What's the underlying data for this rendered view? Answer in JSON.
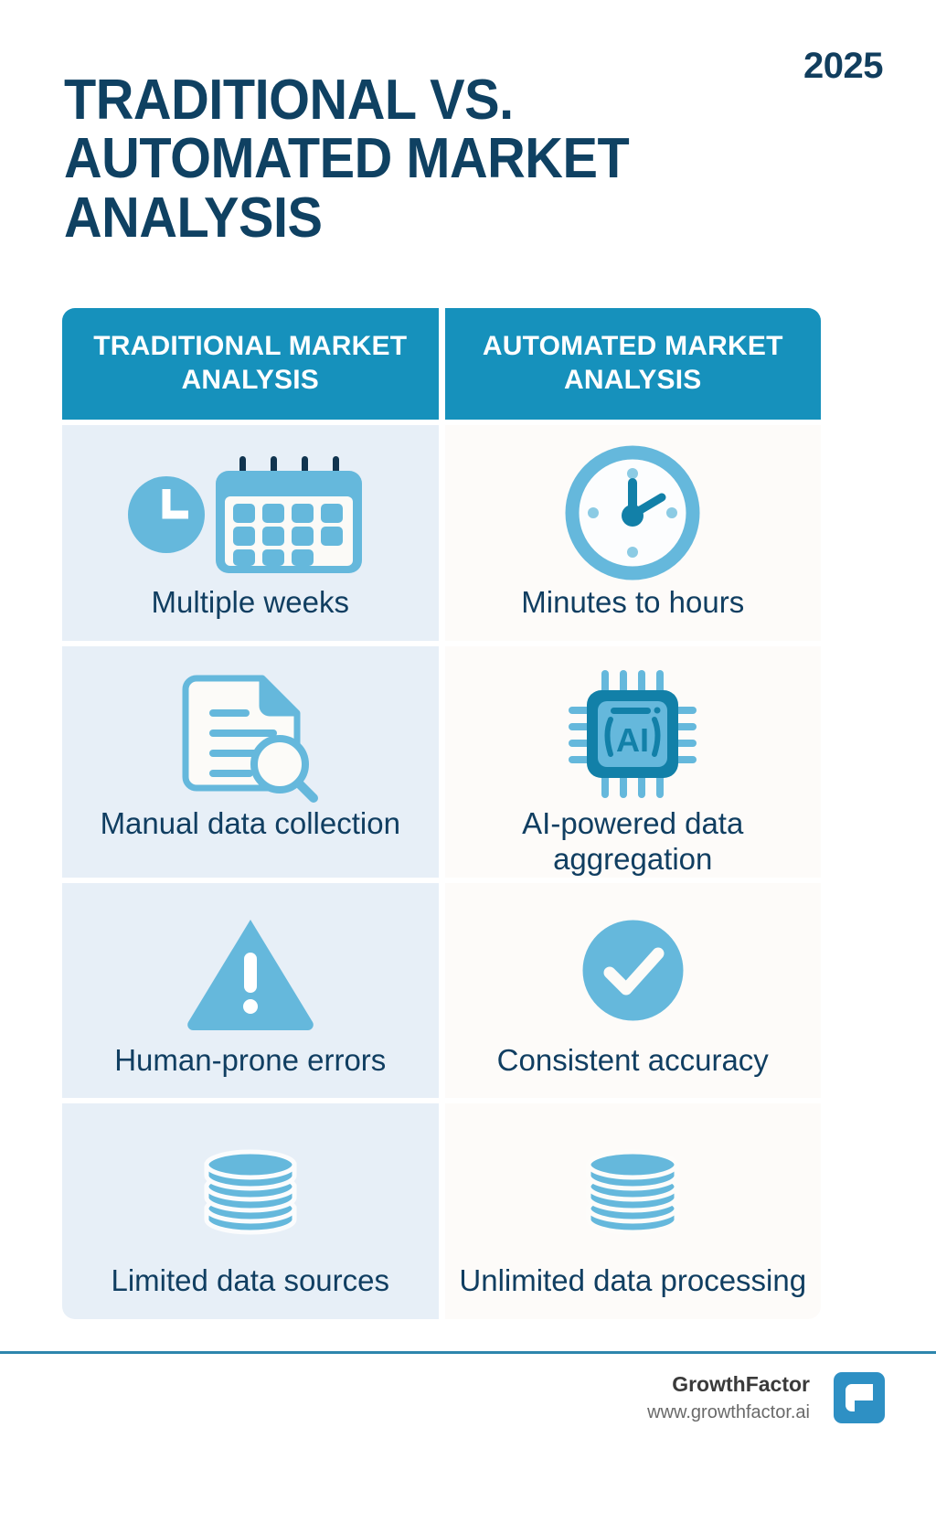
{
  "header": {
    "year": "2025",
    "title": "TRADITIONAL VS. AUTOMATED MARKET ANALYSIS"
  },
  "table": {
    "columns": [
      {
        "id": "traditional",
        "label": "TRADITIONAL MARKET ANALYSIS"
      },
      {
        "id": "automated",
        "label": "AUTOMATED MARKET ANALYSIS"
      }
    ],
    "rows": [
      {
        "left": {
          "icon": "clock-calendar-icon",
          "caption": "Multiple weeks"
        },
        "right": {
          "icon": "clock-icon",
          "caption": "Minutes to hours"
        }
      },
      {
        "left": {
          "icon": "document-search-icon",
          "caption": "Manual data collection"
        },
        "right": {
          "icon": "ai-chip-icon",
          "caption": "AI-powered data aggregation"
        }
      },
      {
        "left": {
          "icon": "warning-triangle-icon",
          "caption": "Human-prone errors"
        },
        "right": {
          "icon": "check-circle-icon",
          "caption": "Consistent accuracy"
        }
      },
      {
        "left": {
          "icon": "database-icon",
          "caption": "Limited data sources"
        },
        "right": {
          "icon": "database-icon",
          "caption": "Unlimited data processing"
        }
      }
    ]
  },
  "footer": {
    "brand_name": "GrowthFactor",
    "brand_url": "www.growthfactor.ai",
    "logo_icon": "growthfactor-g-logo"
  },
  "colors": {
    "header_blue": "#1691BC",
    "title_navy": "#0F4162",
    "icon_blue": "#65B8DC",
    "icon_blue_dark": "#1280A8",
    "cell_left_bg": "#E7EFF7",
    "cell_right_bg": "#FDFBF9",
    "rule_blue": "#2E86AD",
    "logo_blue": "#2E90C4"
  }
}
